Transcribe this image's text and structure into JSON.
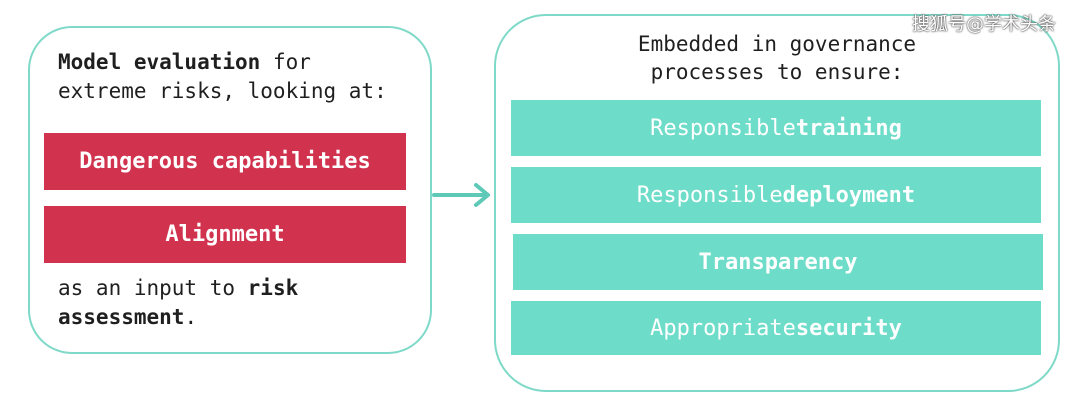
{
  "left": {
    "heading_bold": "Model evaluation",
    "heading_rest1": " for",
    "heading_line2": "extreme risks, looking at:",
    "box1": "Dangerous capabilities",
    "box2": "Alignment",
    "footer_line1": "as an input to ",
    "footer_bold1": "risk",
    "footer_bold2": "assessment",
    "footer_end": "."
  },
  "right": {
    "heading_line1": "Embedded in governance",
    "heading_line2": "processes to ensure:",
    "items": [
      {
        "plain": "Responsible ",
        "bold": "training"
      },
      {
        "plain": "Responsible ",
        "bold": "deployment"
      },
      {
        "plain": "",
        "bold": "Transparency"
      },
      {
        "plain": "Appropriate ",
        "bold": "security"
      }
    ]
  },
  "watermark": "搜狐号@学术头条",
  "colors": {
    "panel_border": "#7fd9c8",
    "red_box": "#d1334f",
    "teal_box": "#6ddcc8",
    "arrow": "#5fc9b8"
  }
}
